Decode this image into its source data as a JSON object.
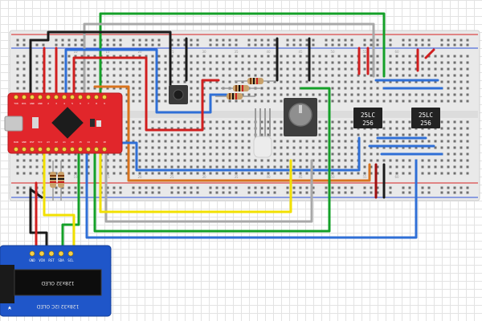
{
  "colors": {
    "wire_red": "#d11f1f",
    "wire_black": "#1a1a1a",
    "wire_green": "#14a028",
    "wire_blue": "#2f6fd6",
    "wire_yellow": "#f2e000",
    "wire_orange": "#d9741e",
    "wire_gray": "#a8a8a8",
    "wire_darkred": "#9e0f0f",
    "board_red": "#e1262b",
    "chip": "#222222",
    "oled_panel": "#1f56c9",
    "breadboard": "#e9e9e9"
  },
  "breadboard": {
    "column_numbers": [
      "5",
      "10",
      "15",
      "20",
      "25",
      "30",
      "35",
      "40",
      "45",
      "50",
      "55",
      "60"
    ]
  },
  "microcontroller": {
    "top_pins": [
      "TX0",
      "RX1",
      "GND",
      "GND",
      "2",
      "3",
      "4",
      "5",
      "6",
      "7",
      "8",
      "9"
    ],
    "bottom_pins": [
      "RAW",
      "GND",
      "RST",
      "VCC",
      "A3",
      "A2",
      "A1",
      "A0",
      "15",
      "14",
      "16",
      "10"
    ]
  },
  "ics": [
    {
      "line1": "25LC",
      "line2": "256"
    },
    {
      "line1": "25LC",
      "line2": "256"
    }
  ],
  "oled": {
    "title": "128x32 OLED",
    "subtitle": "128x32 I2C OLED",
    "pins": [
      "GND",
      "VIN",
      "RST",
      "SDA",
      "SCL"
    ]
  }
}
